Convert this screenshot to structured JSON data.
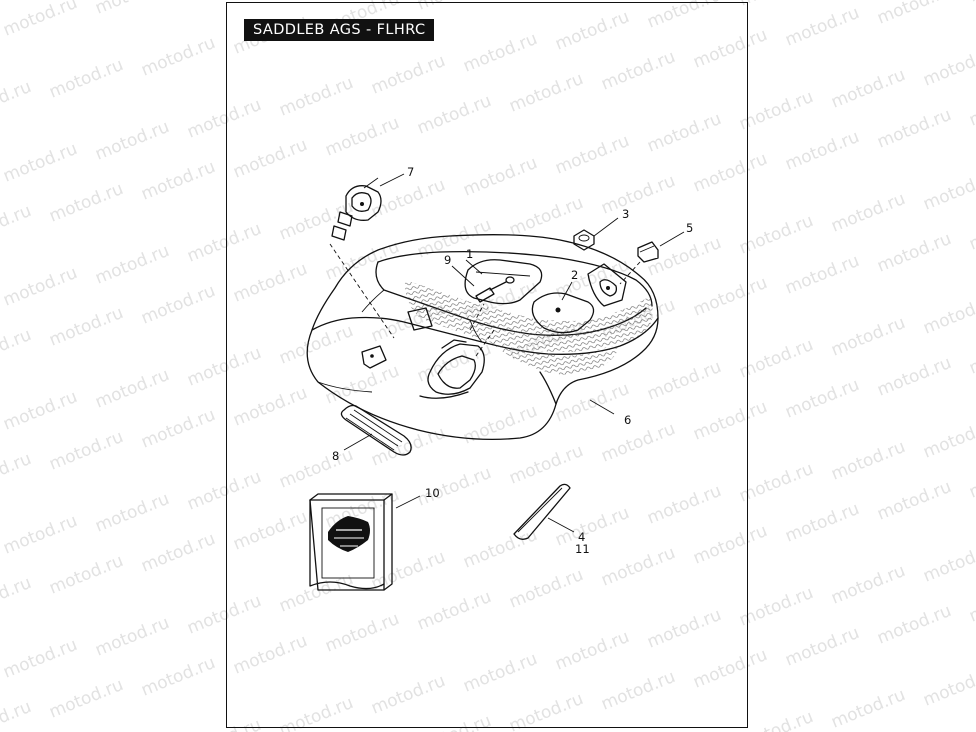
{
  "title": "SADDLEB AGS - FLHRC",
  "watermark": "motod.ru",
  "callouts": {
    "c1": "1",
    "c2": "2",
    "c3": "3",
    "c4": "4",
    "c5": "5",
    "c6": "6",
    "c7": "7",
    "c8": "8",
    "c9": "9",
    "c10": "10",
    "c11": "11"
  },
  "colors": {
    "line": "#111111",
    "watermark": "#e2e2e2",
    "title_bg": "#111111",
    "title_fg": "#ffffff"
  }
}
